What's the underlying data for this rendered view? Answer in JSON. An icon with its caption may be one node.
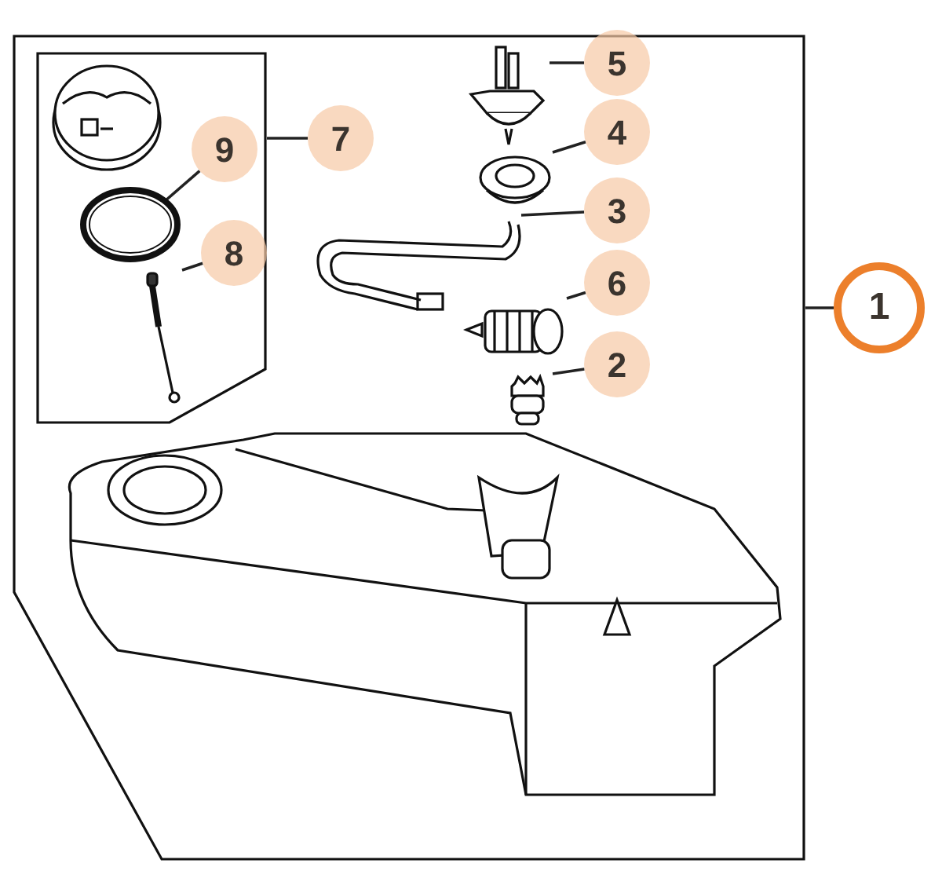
{
  "diagram": {
    "nodes": [
      {
        "text": [],
        "shape": "box"
      },
      {
        "text": [],
        "shape": "box",
        "in": 0
      },
      {
        "text": [],
        "shape": "picture",
        "in": 1
      },
      {
        "text": [],
        "shape": "picture",
        "in": 1
      },
      {
        "text": [],
        "shape": "picture",
        "in": 1
      },
      {
        "text": [],
        "shape": "picture",
        "in": 0
      },
      {
        "text": [],
        "shape": "picture",
        "in": 0
      },
      {
        "text": [],
        "shape": "picture",
        "in": 0
      },
      {
        "text": [],
        "shape": "picture",
        "in": 0
      },
      {
        "text": [],
        "shape": "picture",
        "in": 0
      },
      {
        "text": [],
        "shape": "picture",
        "in": 0
      },
      {
        "text": [
          "5"
        ],
        "in": 0
      },
      {
        "text": [
          "7"
        ],
        "in": 0
      },
      {
        "text": [
          "4"
        ],
        "in": 0
      },
      {
        "text": [
          "9"
        ],
        "in": 1
      },
      {
        "text": [
          "3"
        ],
        "in": 0
      },
      {
        "text": [
          "8"
        ],
        "in": 1
      },
      {
        "text": [
          "6"
        ],
        "in": 0
      },
      {
        "text": [
          "1"
        ]
      },
      {
        "text": [
          "2"
        ],
        "in": 0
      }
    ],
    "edges": [
      {
        "from": 18,
        "to": 0,
        "arrow": "none"
      },
      {
        "from": 12,
        "to": 1,
        "arrow": "none"
      },
      {
        "from": 14,
        "to": 3,
        "arrow": "none"
      },
      {
        "from": 16,
        "to": 4,
        "arrow": "none"
      },
      {
        "from": 11,
        "to": 5,
        "arrow": "none"
      },
      {
        "from": 13,
        "to": 6,
        "arrow": "none"
      },
      {
        "from": 15,
        "to": 7,
        "arrow": "none"
      },
      {
        "from": 17,
        "to": 8,
        "arrow": "none"
      },
      {
        "from": 19,
        "to": 9,
        "arrow": "none"
      }
    ]
  }
}
